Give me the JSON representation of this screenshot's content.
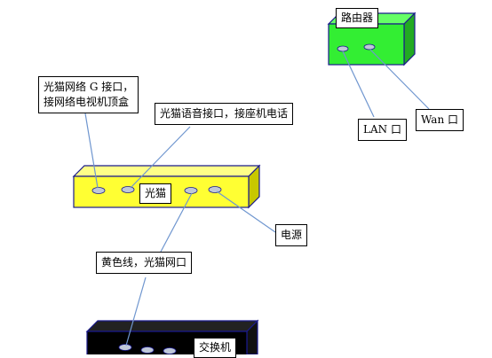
{
  "colors": {
    "router_box": "#33ee33",
    "modem_box": "#ffff33",
    "switch_box": "#000000",
    "port": "#bfc8d8",
    "edge": "#1a1a8c",
    "connector": "#6f96cf"
  },
  "devices": {
    "router": {
      "label": "路由器"
    },
    "modem": {
      "label": "光猫"
    },
    "switch": {
      "label": "交换机"
    }
  },
  "callouts": {
    "modem_g_port": {
      "line1": "光猫网络 G 接口，",
      "line2": "接网络电视机顶盒"
    },
    "modem_voice": {
      "text": "光猫语音接口，接座机电话"
    },
    "lan": {
      "text": "LAN 口"
    },
    "wan": {
      "text": "Wan 口"
    },
    "power": {
      "text": "电源"
    },
    "yellow_cable": {
      "text": "黄色线，光猫网口"
    }
  }
}
